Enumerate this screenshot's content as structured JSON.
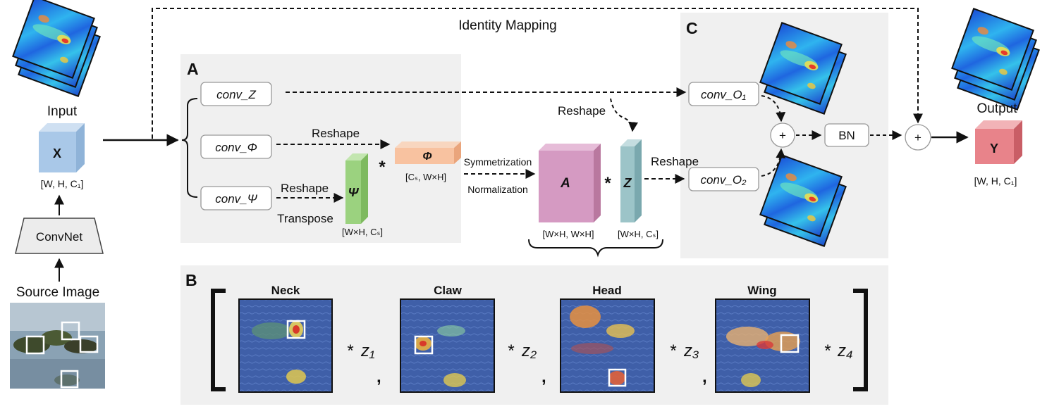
{
  "identity_mapping": "Identity Mapping",
  "panels": {
    "a": "A",
    "b": "B",
    "c": "C"
  },
  "input": {
    "label": "Input",
    "symbol": "X",
    "dims": "[W, H, C₁]"
  },
  "output": {
    "label": "Output",
    "symbol": "Y",
    "dims": "[W, H, C₁]"
  },
  "convnet": "ConvNet",
  "source_image": "Source Image",
  "convs": {
    "z": "conv_Z",
    "phi": "conv_Φ",
    "psi": "conv_Ψ",
    "o1": "conv_O₁",
    "o2": "conv_O₂"
  },
  "ops": {
    "reshape": "Reshape",
    "transpose": "Transpose",
    "symmetrization": "Symmetrization",
    "normalization": "Normalization",
    "bn": "BN",
    "plus": "+",
    "star": "*"
  },
  "blocks": {
    "psi": {
      "symbol": "Ψ",
      "dims": "[W×H, Cₛ]"
    },
    "phi": {
      "symbol": "Φ",
      "dims": "[Cₛ, W×H]"
    },
    "a": {
      "symbol": "A",
      "dims": "[W×H, W×H]"
    },
    "z": {
      "symbol": "Z",
      "dims": "[W×H, Cₛ]"
    }
  },
  "parts": [
    {
      "name": "Neck",
      "coef": "z₁"
    },
    {
      "name": "Claw",
      "coef": "z₂"
    },
    {
      "name": "Head",
      "coef": "z₃"
    },
    {
      "name": "Wing",
      "coef": "z₄"
    }
  ],
  "comma": ",",
  "colors": {
    "input_cube": "#a9c8e8",
    "output_cube": "#e8838a",
    "psi_block": "#9bd27f",
    "phi_block": "#f8c2a0",
    "a_block": "#d59ac2",
    "z_block": "#9cc4c8",
    "panel_bg": "#f0f0f0"
  }
}
